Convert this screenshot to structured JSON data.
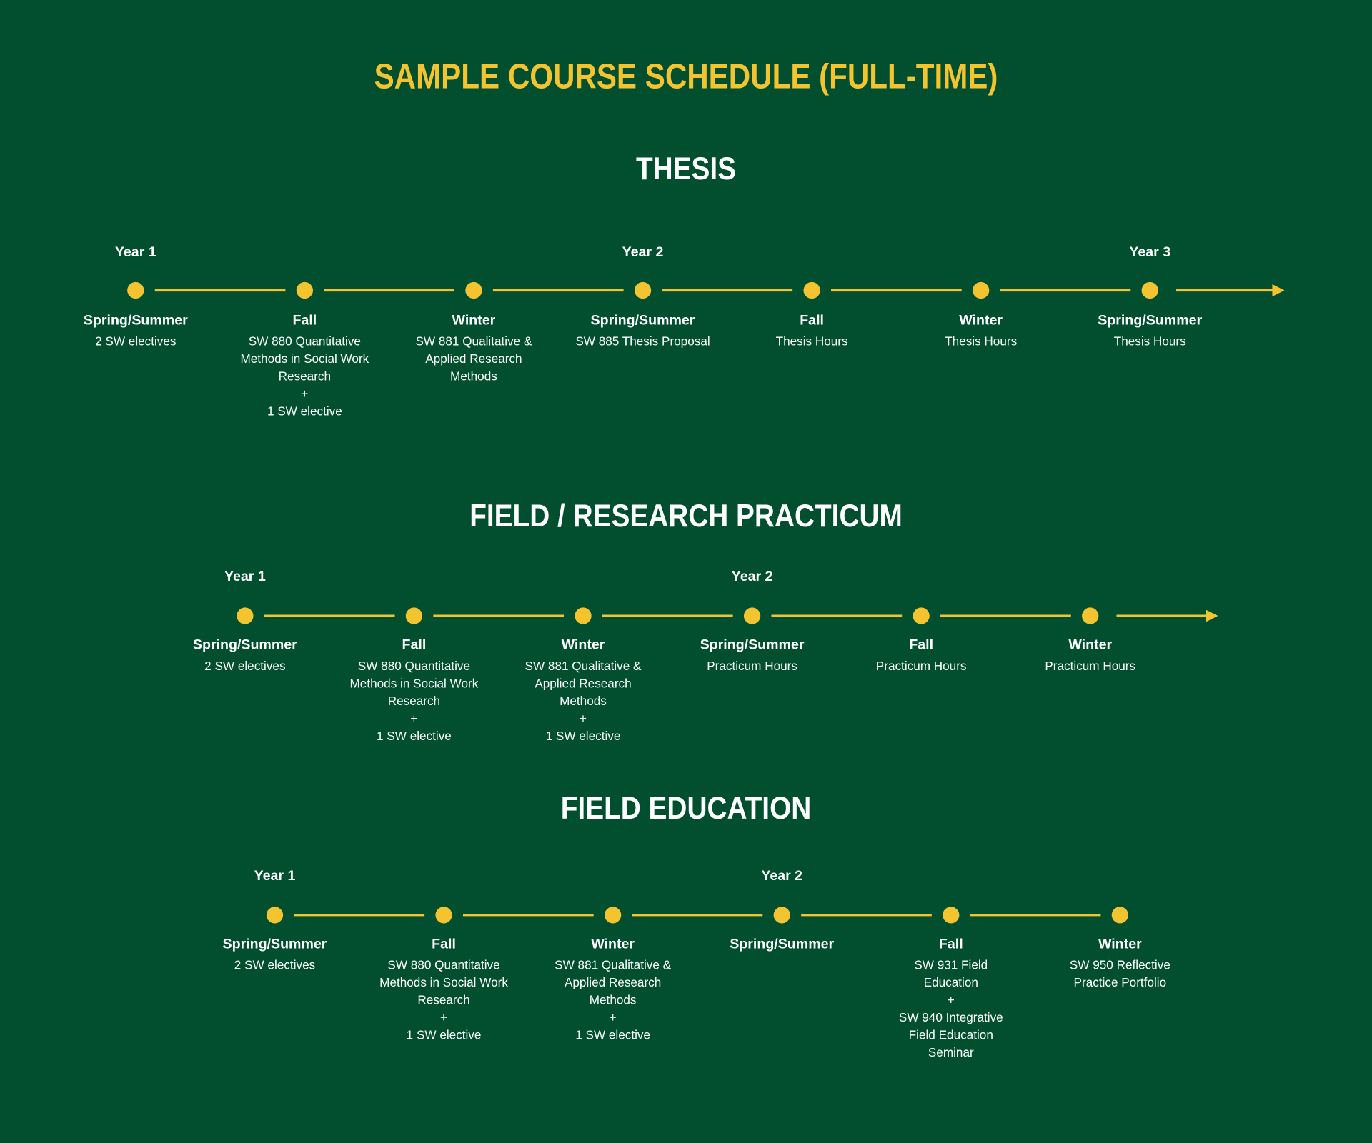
{
  "title": "SAMPLE COURSE SCHEDULE (FULL-TIME)",
  "colors": {
    "background": "#024f30",
    "accent": "#f4c430",
    "text": "#ffffff"
  },
  "sections": [
    {
      "heading": "THESIS",
      "year_labels": [
        "Year 1",
        "Year 2",
        "Year 3"
      ],
      "terms": [
        {
          "name": "Spring/Summer",
          "description": "2 SW electives"
        },
        {
          "name": "Fall",
          "description": "SW 880 Quantitative\nMethods in Social Work\nResearch\n+\n1 SW elective"
        },
        {
          "name": "Winter",
          "description": "SW 881 Qualitative &\nApplied Research\nMethods"
        },
        {
          "name": "Spring/Summer",
          "description": "SW 885 Thesis Proposal"
        },
        {
          "name": "Fall",
          "description": "Thesis Hours"
        },
        {
          "name": "Winter",
          "description": "Thesis Hours"
        },
        {
          "name": "Spring/Summer",
          "description": "Thesis Hours"
        }
      ]
    },
    {
      "heading": "FIELD / RESEARCH PRACTICUM",
      "year_labels": [
        "Year 1",
        "Year 2"
      ],
      "terms": [
        {
          "name": "Spring/Summer",
          "description": "2 SW electives"
        },
        {
          "name": "Fall",
          "description": "SW 880 Quantitative\nMethods in Social Work\nResearch\n+\n1 SW elective"
        },
        {
          "name": "Winter",
          "description": "SW 881 Qualitative &\nApplied Research\nMethods\n+\n1 SW elective"
        },
        {
          "name": "Spring/Summer",
          "description": "Practicum Hours"
        },
        {
          "name": "Fall",
          "description": "Practicum Hours"
        },
        {
          "name": "Winter",
          "description": "Practicum Hours"
        }
      ]
    },
    {
      "heading": "FIELD EDUCATION",
      "year_labels": [
        "Year 1",
        "Year 2"
      ],
      "terms": [
        {
          "name": "Spring/Summer",
          "description": "2 SW electives"
        },
        {
          "name": "Fall",
          "description": "SW 880 Quantitative\nMethods in Social Work\nResearch\n+\n1 SW elective"
        },
        {
          "name": "Winter",
          "description": "SW 881 Qualitative &\nApplied Research\nMethods\n+\n1 SW elective"
        },
        {
          "name": "Spring/Summer",
          "description": ""
        },
        {
          "name": "Fall",
          "description": "SW 931 Field\nEducation\n+\nSW 940 Integrative\nField Education\nSeminar"
        },
        {
          "name": "Winter",
          "description": "SW 950 Reflective\nPractice Portfolio"
        }
      ]
    }
  ]
}
